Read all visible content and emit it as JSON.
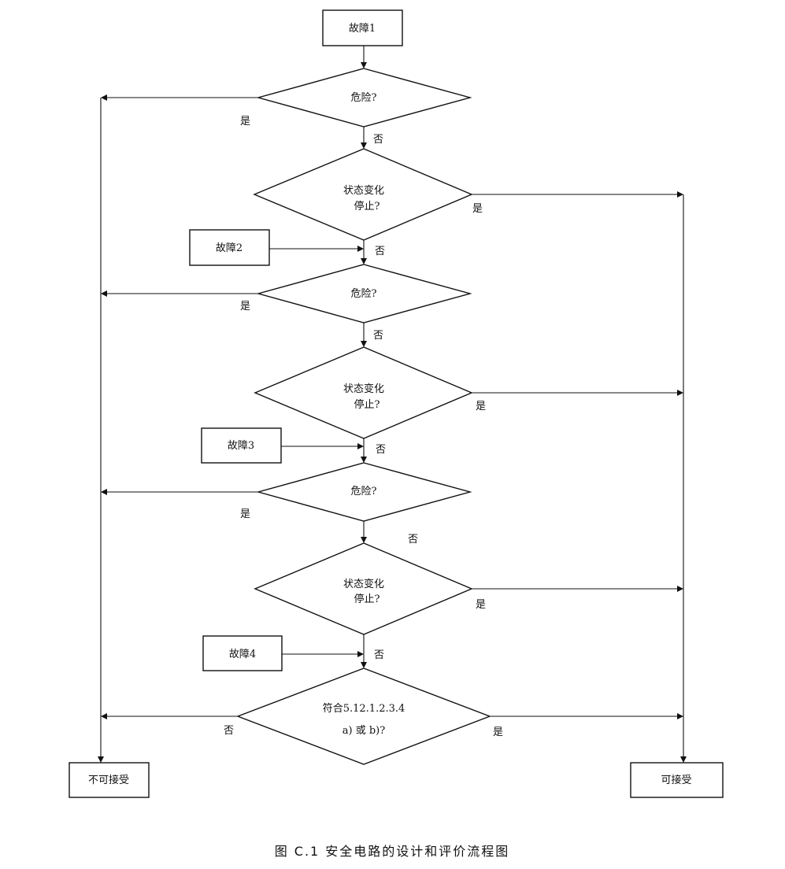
{
  "faults": {
    "f1": "故障1",
    "f2": "故障2",
    "f3": "故障3",
    "f4": "故障4"
  },
  "decisions": {
    "danger": "危险?",
    "state_line1": "状态变化",
    "state_line2": "停止?",
    "final_line1": "符合5.12.1.2.3.4",
    "final_line2": "a) 或 b)?"
  },
  "branches": {
    "yes": "是",
    "no": "否"
  },
  "outcomes": {
    "unacceptable": "不可接受",
    "acceptable": "可接受"
  },
  "caption": "图 C.1   安全电路的设计和评价流程图"
}
